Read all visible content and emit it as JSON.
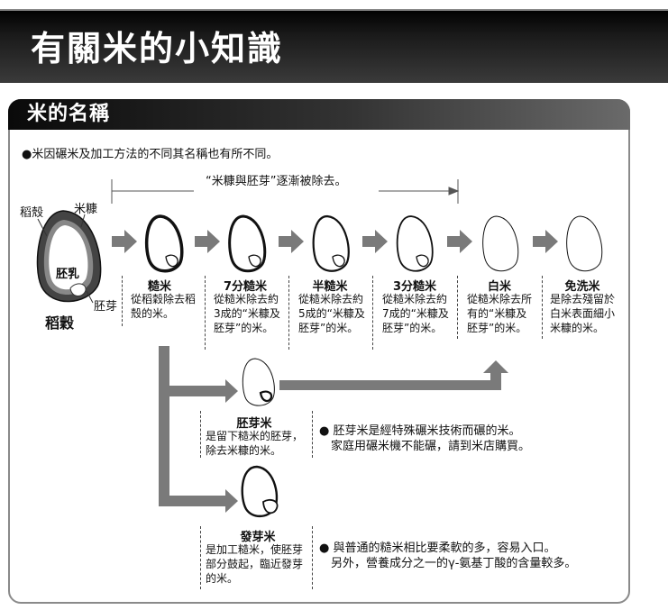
{
  "page_title": "有關米的小知識",
  "section_title": "米的名稱",
  "intro": "●米因碾米及加工方法的不同其名稱也有所不同。",
  "removal_note": "“米糠與胚芽”逐漸被除去。",
  "anatomy": {
    "husk_label": "稻殼",
    "bran_label": "米糠",
    "endosperm_label": "胚乳",
    "germ_label": "胚芽",
    "caption": "稻穀"
  },
  "stages": [
    {
      "name": "糙米",
      "desc": "從稻穀除去稻殼的米。"
    },
    {
      "name": "7分糙米",
      "desc": "從糙米除去約3成的“米糠及胚芽”的米。"
    },
    {
      "name": "半糙米",
      "desc": "從糙米除去約5成的“米糠及胚芽”的米。"
    },
    {
      "name": "3分糙米",
      "desc": "從糙米除去約7成的“米糠及胚芽”的米。"
    },
    {
      "name": "白米",
      "desc": "從糙米除去所有的“米糠及胚芽”的米。"
    },
    {
      "name": "免洗米",
      "desc": "是除去殘留於白米表面細小米糠的米。"
    }
  ],
  "germ_rice": {
    "name": "胚芽米",
    "desc": "是留下糙米的胚芽，除去米糠的米。",
    "note_line1": "● 胚芽米是經特殊碾米技術而碾的米。",
    "note_line2": "家庭用碾米機不能碾，請到米店購買。"
  },
  "sprouted_rice": {
    "name": "發芽米",
    "desc": "是加工糙米，使胚芽部分鼓起，臨近發芽的米。",
    "note_line1": "● 與普通的糙米相比要柔軟的多，容易入口。",
    "note_line2": "另外，營養成分之一的γ-氨基丁酸的含量較多。"
  },
  "colors": {
    "arrow": "#7a7a7a",
    "bran": "#555555",
    "dark": "#111111"
  }
}
